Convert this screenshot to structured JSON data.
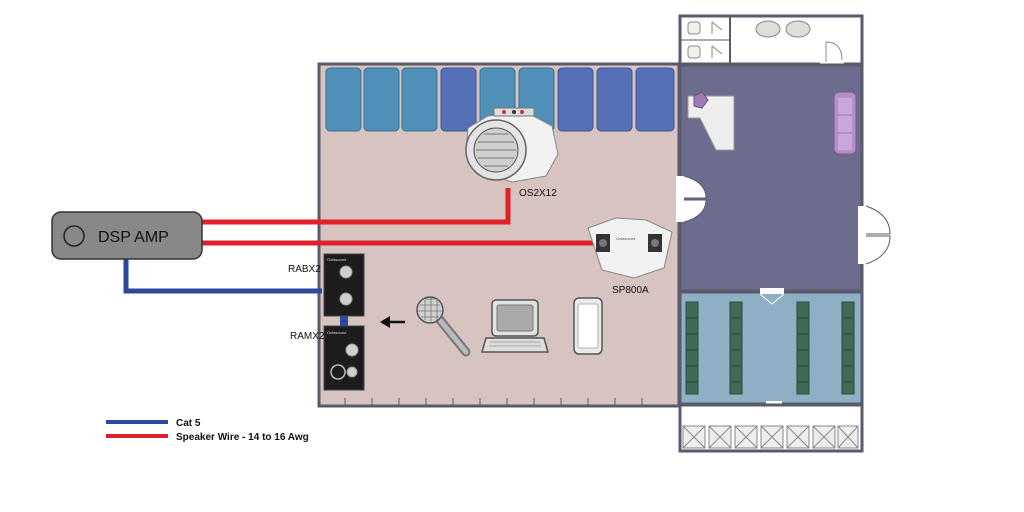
{
  "amp": {
    "label": "DSP AMP"
  },
  "devices": {
    "ceiling_speaker": "OS2X12",
    "corner_speaker": "SP800A",
    "wall_plate_top": "RABX2",
    "wall_plate_bottom": "RAMX2",
    "plate_brand": "Octasound"
  },
  "legend": {
    "cat5": "Cat 5",
    "speaker_wire": "Speaker Wire - 14 to 16 Awg"
  },
  "colors": {
    "cat5": "#2b4a9c",
    "speaker_wire": "#e02129",
    "main_room_floor": "#d7c3c0",
    "side_room_floor": "#6c6c8e",
    "locker_room_floor": "#8fb0c4",
    "wall": "#5a5a6c"
  }
}
